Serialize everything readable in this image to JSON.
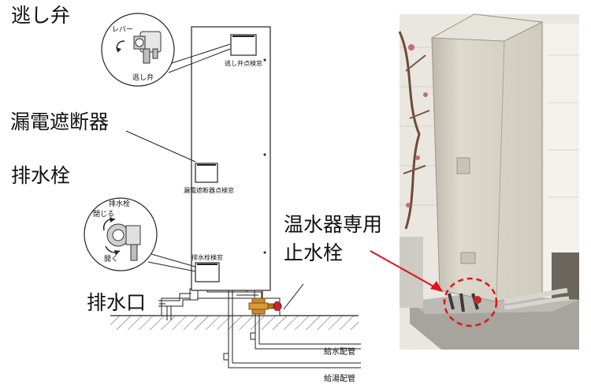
{
  "labels": {
    "relief_valve": "逃し弁",
    "leakage_breaker": "漏電遮断器",
    "drain_plug": "排水栓",
    "drain_outlet": "排水口",
    "shutoff_line1": "温水器専用",
    "shutoff_line2": "止水栓"
  },
  "panels": {
    "relief_inspect": "逃し弁点検窓",
    "breaker_inspect": "漏電遮断器点検窓",
    "drain_inspect": "排水栓検窓"
  },
  "callouts": {
    "relief": {
      "lever": "レバー",
      "valve": "逃し弁"
    },
    "drain": {
      "plug": "排水栓",
      "close": "閉じる",
      "open": "開く"
    }
  },
  "pipes": {
    "water_supply": "給水配管",
    "hot_water": "給湯配管"
  },
  "colors": {
    "line": "#222222",
    "valve_body": "#c98a2a",
    "valve_handle": "#c0282e",
    "arrow": "#e3121b",
    "photo_unit": "#d8d5c8",
    "photo_wall": "#ecebe4"
  }
}
